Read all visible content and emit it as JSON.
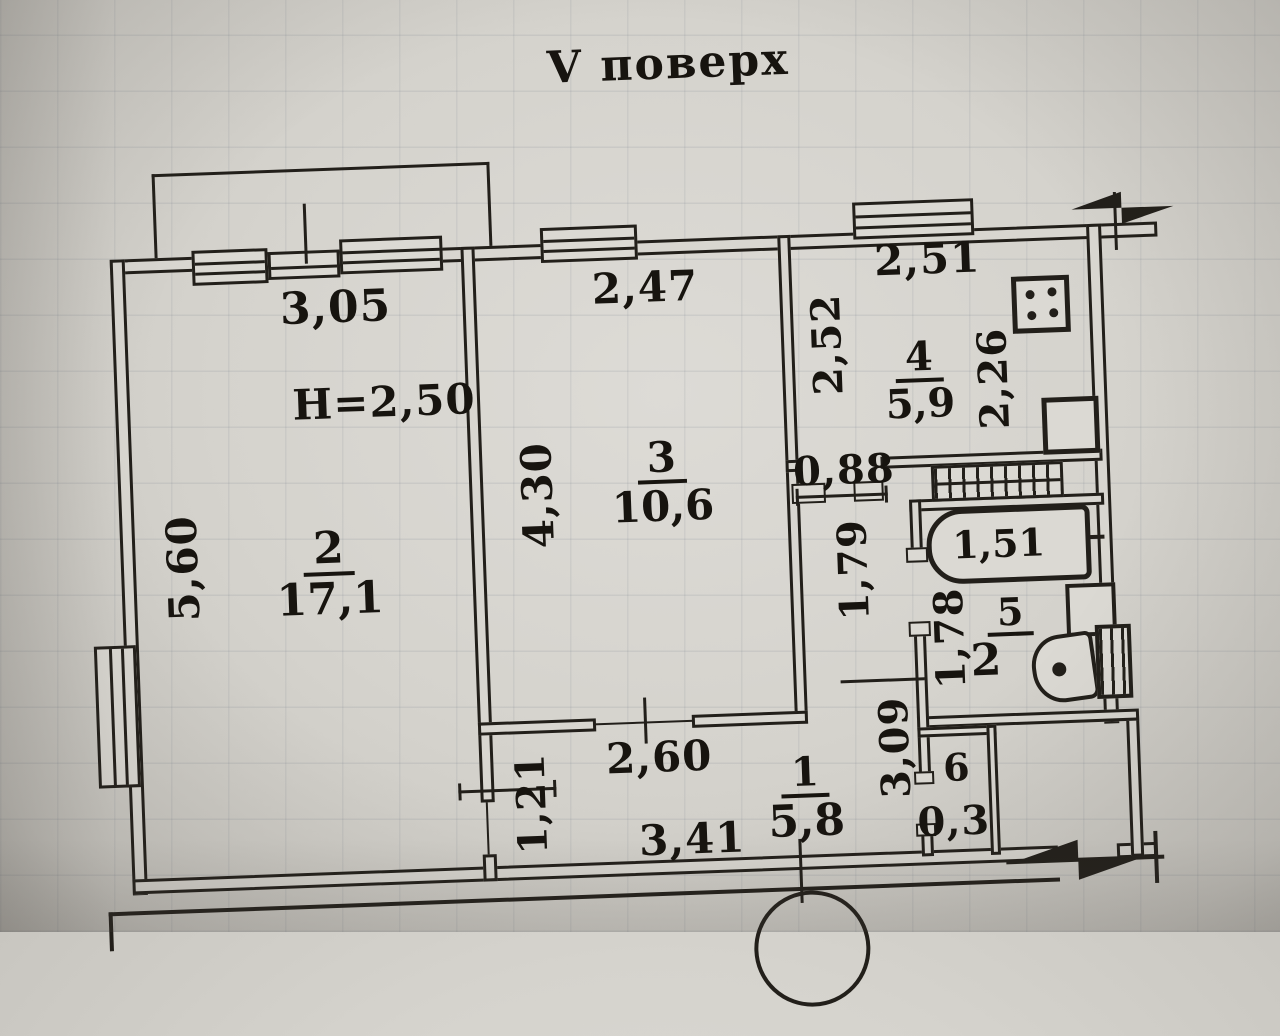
{
  "title": "V поверх",
  "ceiling_height": "H=2,50",
  "rooms": [
    {
      "number": "2",
      "area": "17,1"
    },
    {
      "number": "3",
      "area": "10,6"
    },
    {
      "number": "4",
      "area": "5,9"
    },
    {
      "number": "5",
      "area": "2"
    },
    {
      "number": "1",
      "area": "5,8"
    },
    {
      "number": "6"
    }
  ],
  "dimensions": {
    "room2_width": "3,05",
    "room2_depth": "5,60",
    "room3_width": "2,47",
    "room3_depth": "4,30",
    "kitchen_width": "2,51",
    "kitchen_depth_left": "2,52",
    "kitchen_depth_right": "2,26",
    "corridor_opening": "0,88",
    "corridor_upper": "1,79",
    "corridor_lower": "3,09",
    "bath_width": "1,78",
    "bathtub_length": "1,51",
    "hall_left_depth": "1,21",
    "hall_upper_width": "2,60",
    "hall_lower_width": "3,41",
    "closet_width": "0,3"
  },
  "icons": [
    "stove-icon",
    "kitchen-sink-icon",
    "vent-grille-icon",
    "bathtub-icon",
    "wash-basin-icon",
    "toilet-icon",
    "entrance-arrow-icon",
    "wall-break-arrow-icon",
    "door-swing-circle"
  ],
  "colors": {
    "ink": "#221f1a",
    "paper": "#d5d3cd"
  }
}
